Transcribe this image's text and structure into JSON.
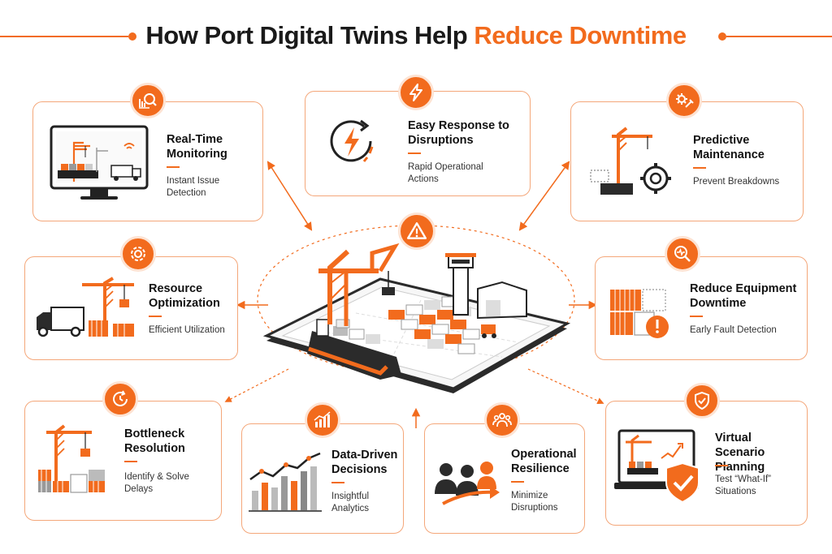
{
  "header": {
    "title_main": "How Port Digital Twins Help",
    "title_accent": "Reduce Downtime"
  },
  "colors": {
    "accent": "#f26b1d",
    "accent_light": "#f4a77a",
    "dark": "#2b2b2b",
    "gray": "#9a9a9a"
  },
  "center": {
    "icon": "warning-icon"
  },
  "cards": [
    {
      "id": "real-time-monitoring",
      "icon": "analytics-search-icon",
      "title": "Real-Time Monitoring",
      "desc": "Instant Issue Detection"
    },
    {
      "id": "easy-response",
      "icon": "lightning-icon",
      "title": "Easy Response to Disruptions",
      "desc": "Rapid Operational Actions"
    },
    {
      "id": "predictive-maintenance",
      "icon": "gear-wrench-icon",
      "title": "Predictive Maintenance",
      "desc": "Prevent Breakdowns"
    },
    {
      "id": "resource-optimization",
      "icon": "gear-icon",
      "title": "Resource Optimization",
      "desc": "Efficient Utilization"
    },
    {
      "id": "reduce-equipment-downtime",
      "icon": "pulse-search-icon",
      "title": "Reduce Equipment Downtime",
      "desc": "Early Fault Detection"
    },
    {
      "id": "bottleneck-resolution",
      "icon": "clock-refresh-icon",
      "title": "Bottleneck Resolution",
      "desc": "Identify & Solve Delays"
    },
    {
      "id": "data-driven-decisions",
      "icon": "bar-chart-icon",
      "title": "Data-Driven Decisions",
      "desc": "Insightful Analytics"
    },
    {
      "id": "operational-resilience",
      "icon": "team-icon",
      "title": "Operational Resilience",
      "desc": "Minimize Disruptions"
    },
    {
      "id": "virtual-scenario-planning",
      "icon": "shield-check-icon",
      "title": "Virtual Scenario Planning",
      "desc": "Test “What-If” Situations"
    }
  ]
}
